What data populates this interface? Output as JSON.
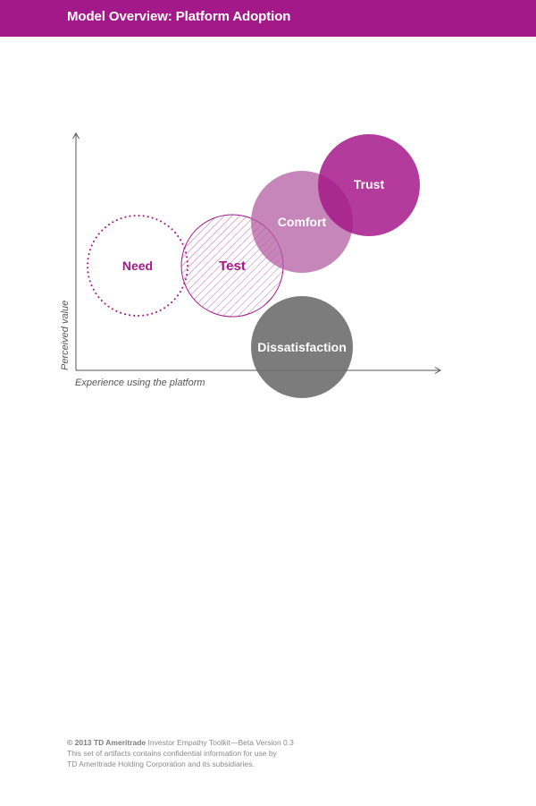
{
  "header": {
    "title": "Model Overview: Platform Adoption",
    "background": "#a4198a"
  },
  "diagram": {
    "x_axis_label": "Experience using the platform",
    "y_axis_label": "Perceived value",
    "circles": {
      "need": {
        "label": "Need",
        "style": "dotted",
        "color": "#a4198a"
      },
      "test": {
        "label": "Test",
        "style": "hatched",
        "color": "#a4198a"
      },
      "comfort": {
        "label": "Comfort",
        "style": "filled",
        "color": "#c67fb7"
      },
      "trust": {
        "label": "Trust",
        "style": "filled",
        "color": "#a4198a"
      },
      "dissatisfaction": {
        "label": "Dissatisfaction",
        "style": "filled",
        "color": "#7b7b7c"
      }
    }
  },
  "footer": {
    "copyright": "© 2013 TD Ameritrade",
    "toolkit": "Investor Empathy Toolkit—Beta Version 0.3",
    "line2": "This set of artifacts contains confidential information for use by",
    "line3": "TD Ameritrade Holding Corporation and its subsidiaries."
  }
}
